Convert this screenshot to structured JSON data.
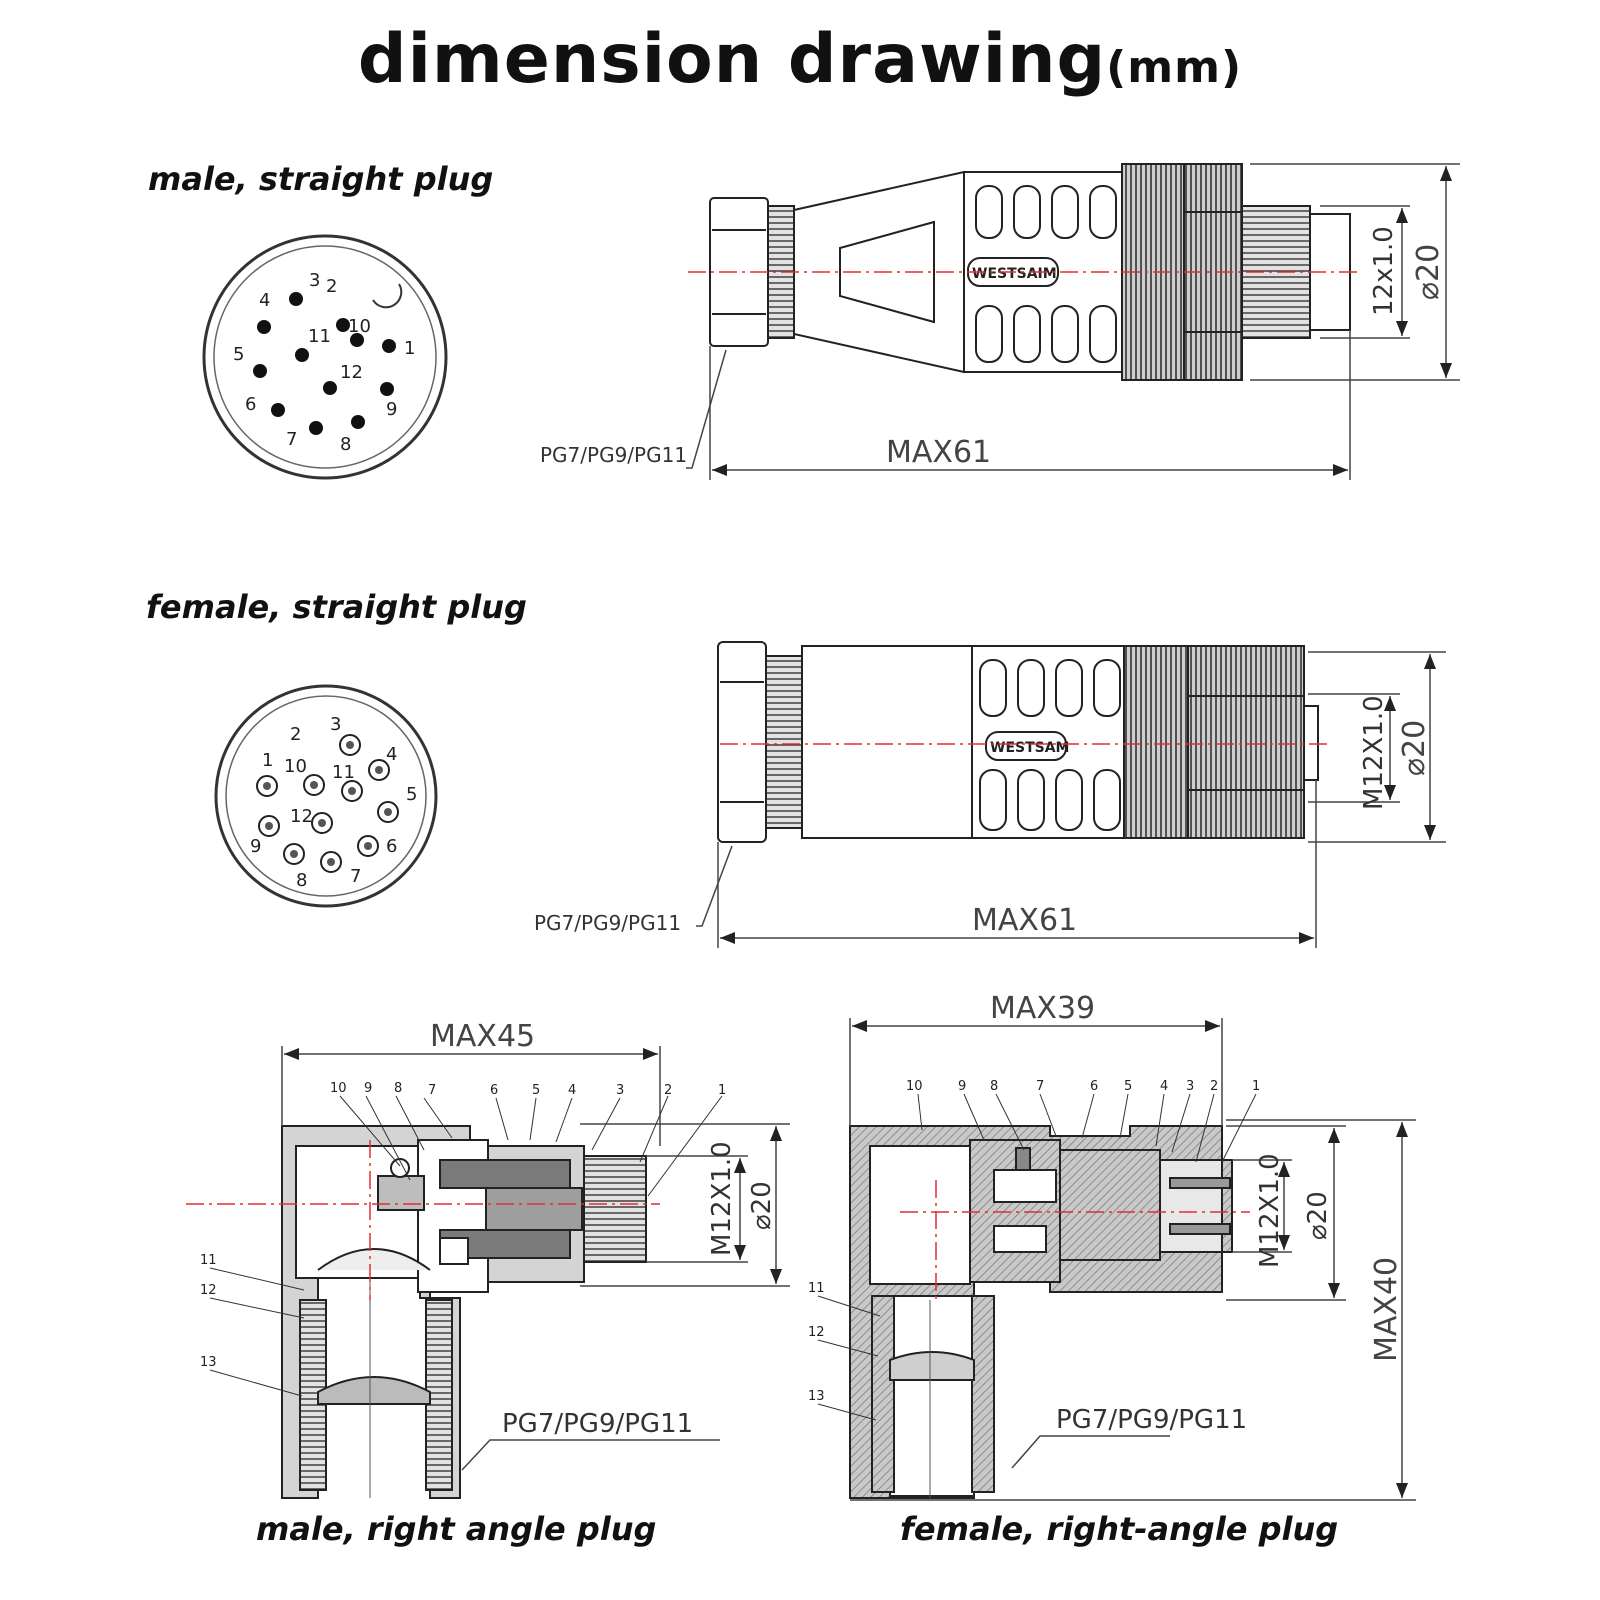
{
  "title": {
    "main": "dimension drawing",
    "unit": "(mm)"
  },
  "sections": {
    "male_straight": "male, straight plug",
    "female_straight": "female, straight plug",
    "male_right": "male, right angle plug",
    "female_right": "female, right-angle plug"
  },
  "brand": {
    "male": "WESTSAIM",
    "female": "WESTSAM"
  },
  "dimensions": {
    "pg": "PG7/PG9/PG11",
    "max61": "MAX61",
    "max45": "MAX45",
    "max39": "MAX39",
    "max40": "MAX40",
    "dia20": "⌀20",
    "thread_male_straight": "12x1.0",
    "thread_m12": "M12X1.0"
  },
  "male_pins": [
    "1",
    "2",
    "3",
    "4",
    "5",
    "6",
    "7",
    "8",
    "9",
    "10",
    "11",
    "12"
  ],
  "female_pins": [
    "1",
    "2",
    "3",
    "4",
    "5",
    "6",
    "7",
    "8",
    "9",
    "10",
    "11",
    "12"
  ],
  "callouts": [
    "1",
    "2",
    "3",
    "4",
    "5",
    "6",
    "7",
    "8",
    "9",
    "10",
    "11",
    "12",
    "13"
  ],
  "colors": {
    "line": "#222222",
    "centerline": "#e03030",
    "hatch": "#9a9a9a"
  }
}
